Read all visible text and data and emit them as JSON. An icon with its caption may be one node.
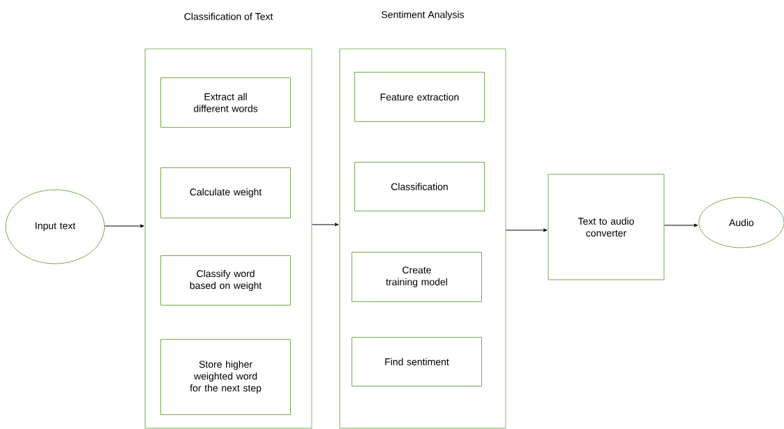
{
  "diagram": {
    "nodes": [
      {
        "text": [
          "Input text"
        ]
      },
      {
        "text": [
          "Classification of Text"
        ]
      },
      {
        "text": [
          "Extract all different words"
        ],
        "in": 1
      },
      {
        "text": [
          "Calculate weight"
        ],
        "in": 1
      },
      {
        "text": [
          "Classify word based on weight"
        ],
        "in": 1
      },
      {
        "text": [
          "Store higher weighted word for the next step"
        ],
        "in": 1
      },
      {
        "text": [
          "Sentiment Analysis"
        ]
      },
      {
        "text": [
          "Feature extraction"
        ],
        "in": 6
      },
      {
        "text": [
          "Classification"
        ],
        "in": 6
      },
      {
        "text": [
          "Create training model"
        ],
        "in": 6
      },
      {
        "text": [
          "Find sentiment"
        ],
        "in": 6
      },
      {
        "text": [
          "Text to audio converter"
        ]
      },
      {
        "text": [
          "Audio"
        ]
      }
    ],
    "edges": [
      {
        "from": 0,
        "to": 1,
        "arrow": "to"
      },
      {
        "from": 1,
        "to": 6,
        "arrow": "to"
      },
      {
        "from": 6,
        "to": 11,
        "arrow": "to"
      },
      {
        "from": 11,
        "to": 12,
        "arrow": "to"
      }
    ]
  }
}
